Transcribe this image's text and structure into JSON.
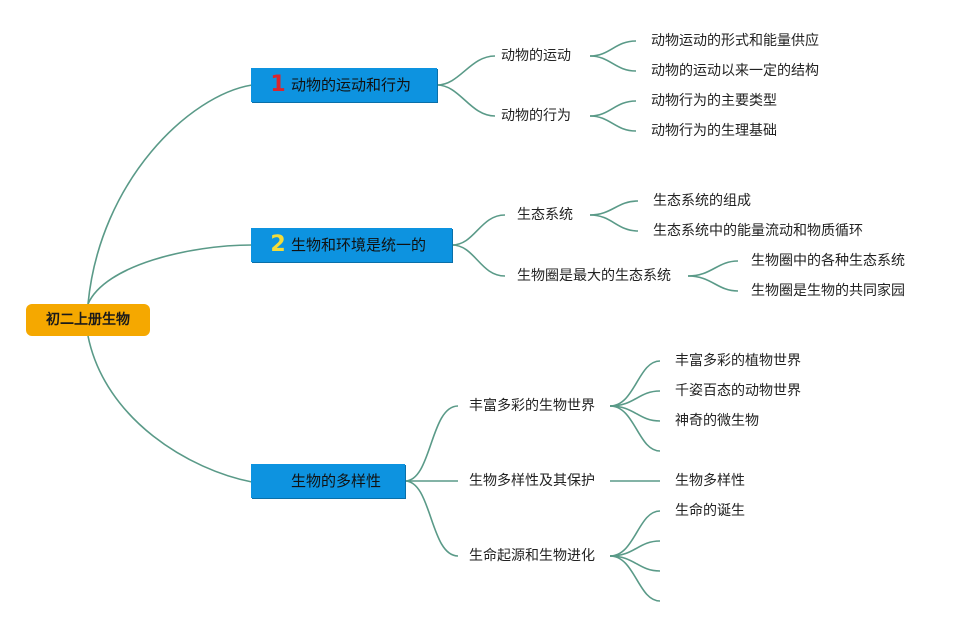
{
  "root": {
    "label": "初二上册生物"
  },
  "branches": [
    {
      "badge": "1",
      "badge_color": "#d9252e",
      "label": "动物的运动和行为",
      "children": [
        {
          "label": "动物的运动",
          "leaves": [
            "动物运动的形式和能量供应",
            "动物的运动以来一定的结构"
          ]
        },
        {
          "label": "动物的行为",
          "leaves": [
            "动物行为的主要类型",
            "动物行为的生理基础"
          ]
        }
      ]
    },
    {
      "badge": "2",
      "badge_color": "#f3dc3a",
      "label": "生物和环境是统一的",
      "children": [
        {
          "label": "生态系统",
          "leaves": [
            "生态系统的组成",
            "生态系统中的能量流动和物质循环"
          ]
        },
        {
          "label": "生物圈是最大的生态系统",
          "leaves": [
            "生物圈中的各种生态系统",
            "生物圈是生物的共同家园"
          ]
        }
      ]
    },
    {
      "badge": "",
      "label": "生物的多样性",
      "children": [
        {
          "label": "丰富多彩的生物世界",
          "leaves": [
            "丰富多彩的植物世界",
            "千姿百态的动物世界",
            "神奇的微生物",
            ""
          ]
        },
        {
          "label": "生物多样性及其保护",
          "leaves": [
            "生物多样性"
          ]
        },
        {
          "label": "生命起源和生物进化",
          "leaves": [
            "生命的诞生",
            "",
            "",
            ""
          ]
        }
      ]
    }
  ],
  "colors": {
    "root_fill": "#f5a800",
    "branch_fill": "#0d93e0",
    "link": "#5a9a88"
  }
}
